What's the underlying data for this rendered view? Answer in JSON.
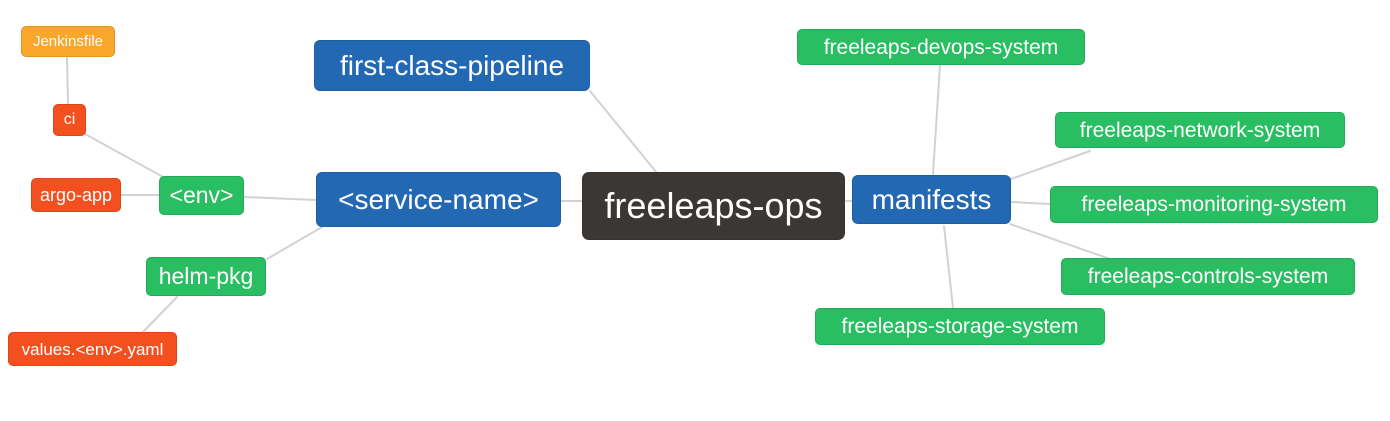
{
  "palette": {
    "blue": "#2368B2",
    "green": "#29BE62",
    "red": "#F4501F",
    "amber": "#F9A62B",
    "dark": "#3B3734",
    "line": "#D2D2D2",
    "background": "#FFFFFF",
    "text": "#FFFFFF"
  },
  "diagram": {
    "type": "mindmap",
    "root": "freeleaps_ops",
    "nodes": {
      "jenkinsfile": {
        "label": "Jenkinsfile",
        "color": "amber"
      },
      "ci": {
        "label": "ci",
        "color": "red"
      },
      "argo_app": {
        "label": "argo-app",
        "color": "red"
      },
      "env": {
        "label": "<env>",
        "color": "green"
      },
      "helm_pkg": {
        "label": "helm-pkg",
        "color": "green"
      },
      "values_env_yaml": {
        "label": "values.<env>.yaml",
        "color": "red"
      },
      "first_class_pipeline": {
        "label": "first-class-pipeline",
        "color": "blue"
      },
      "service_name": {
        "label": "<service-name>",
        "color": "blue"
      },
      "freeleaps_ops": {
        "label": "freeleaps-ops",
        "color": "dark"
      },
      "manifests": {
        "label": "manifests",
        "color": "blue"
      },
      "devops_system": {
        "label": "freeleaps-devops-system",
        "color": "green"
      },
      "network_system": {
        "label": "freeleaps-network-system",
        "color": "green"
      },
      "monitoring_system": {
        "label": "freeleaps-monitoring-system",
        "color": "green"
      },
      "controls_system": {
        "label": "freeleaps-controls-system",
        "color": "green"
      },
      "storage_system": {
        "label": "freeleaps-storage-system",
        "color": "green"
      }
    },
    "edges": [
      {
        "from": "jenkinsfile",
        "to": "ci"
      },
      {
        "from": "ci",
        "to": "env"
      },
      {
        "from": "argo_app",
        "to": "env"
      },
      {
        "from": "env",
        "to": "service_name"
      },
      {
        "from": "helm_pkg",
        "to": "service_name"
      },
      {
        "from": "values_env_yaml",
        "to": "helm_pkg"
      },
      {
        "from": "first_class_pipeline",
        "to": "freeleaps_ops"
      },
      {
        "from": "service_name",
        "to": "freeleaps_ops"
      },
      {
        "from": "freeleaps_ops",
        "to": "manifests"
      },
      {
        "from": "manifests",
        "to": "devops_system"
      },
      {
        "from": "manifests",
        "to": "network_system"
      },
      {
        "from": "manifests",
        "to": "monitoring_system"
      },
      {
        "from": "manifests",
        "to": "controls_system"
      },
      {
        "from": "manifests",
        "to": "storage_system"
      }
    ]
  }
}
